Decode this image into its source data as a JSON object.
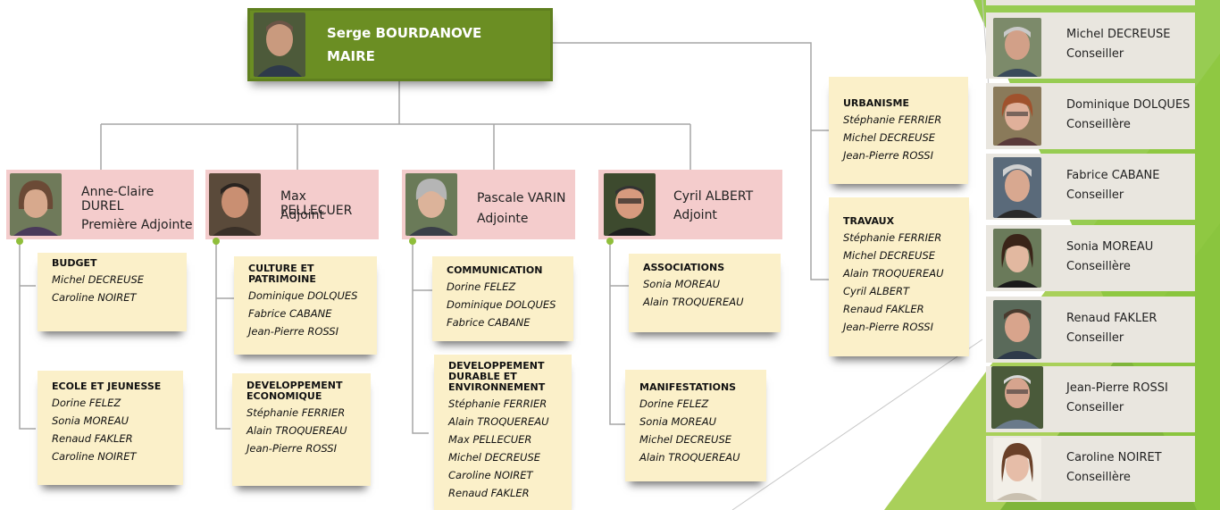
{
  "mayor": {
    "name": "Serge BOURDANOVE",
    "role": "MAIRE"
  },
  "adjoints": [
    {
      "name": "Anne-Claire DUREL",
      "role": "Première Adjointe"
    },
    {
      "name": "Max PELLECUER",
      "role": "Adjoint"
    },
    {
      "name": "Pascale VARIN",
      "role": "Adjointe"
    },
    {
      "name": "Cyril ALBERT",
      "role": "Adjoint"
    }
  ],
  "commissions": [
    {
      "title": "BUDGET",
      "members": [
        "Michel DECREUSE",
        "Caroline NOIRET"
      ]
    },
    {
      "title": "ECOLE ET JEUNESSE",
      "members": [
        "Dorine FELEZ",
        "Sonia MOREAU",
        "Renaud FAKLER",
        "Caroline NOIRET"
      ]
    },
    {
      "title": "CULTURE ET PATRIMOINE",
      "members": [
        "Dominique DOLQUES",
        "Fabrice CABANE",
        "Jean-Pierre ROSSI"
      ]
    },
    {
      "title": "DEVELOPPEMENT ECONOMIQUE",
      "members": [
        "Stéphanie FERRIER",
        "Alain TROQUEREAU",
        "Jean-Pierre ROSSI"
      ]
    },
    {
      "title": "COMMUNICATION",
      "members": [
        "Dorine FELEZ",
        "Dominique DOLQUES",
        "Fabrice CABANE"
      ]
    },
    {
      "title": "DEVELOPPEMENT DURABLE ET ENVIRONNEMENT",
      "members": [
        "Stéphanie FERRIER",
        "Alain TROQUEREAU",
        "Max PELLECUER",
        "Michel DECREUSE",
        "Caroline NOIRET",
        "Renaud FAKLER"
      ]
    },
    {
      "title": "ASSOCIATIONS",
      "members": [
        "Sonia MOREAU",
        "Alain TROQUEREAU"
      ]
    },
    {
      "title": "MANIFESTATIONS",
      "members": [
        "Dorine FELEZ",
        "Sonia MOREAU",
        "Michel DECREUSE",
        "Alain TROQUEREAU"
      ]
    },
    {
      "title": "URBANISME",
      "members": [
        "Stéphanie FERRIER",
        "Michel DECREUSE",
        "Jean-Pierre ROSSI"
      ]
    },
    {
      "title": "TRAVAUX",
      "members": [
        "Stéphanie FERRIER",
        "Michel DECREUSE",
        "Alain TROQUEREAU",
        "Cyril ALBERT",
        "Renaud FAKLER",
        "Jean-Pierre ROSSI"
      ]
    }
  ],
  "conseillers": [
    {
      "name": "Michel DECREUSE",
      "role": "Conseiller"
    },
    {
      "name": "Dominique DOLQUES",
      "role": "Conseillère"
    },
    {
      "name": "Fabrice CABANE",
      "role": "Conseiller"
    },
    {
      "name": "Sonia MOREAU",
      "role": "Conseillère"
    },
    {
      "name": "Renaud FAKLER",
      "role": "Conseiller"
    },
    {
      "name": "Jean-Pierre ROSSI",
      "role": "Conseiller"
    },
    {
      "name": "Caroline NOIRET",
      "role": "Conseillère"
    }
  ],
  "colors": {
    "mayor": "#6b8e23",
    "adjoint": "#f4cccc",
    "note": "#fbf0c9",
    "conseiller": "#e9e6df",
    "accent": "#8fbe3a"
  }
}
